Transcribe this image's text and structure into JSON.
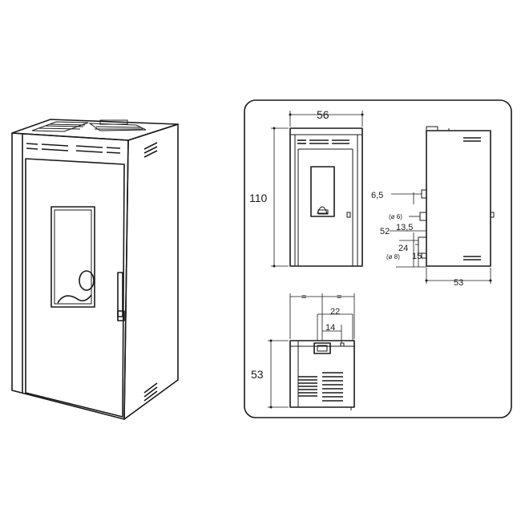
{
  "front_view": {
    "width_label": "56",
    "height_label": "110"
  },
  "side_view": {
    "depth_label": "53",
    "labels": [
      "6,5",
      "(ø 6)",
      "13,5",
      "52",
      "24",
      "(ø 8)",
      "15"
    ]
  },
  "top_view": {
    "equal_left": "=",
    "equal_right": "=",
    "label_22": "22",
    "label_14": "14",
    "depth_label": "53"
  },
  "colors": {
    "line": "#1a1a1a",
    "background": "#ffffff"
  }
}
